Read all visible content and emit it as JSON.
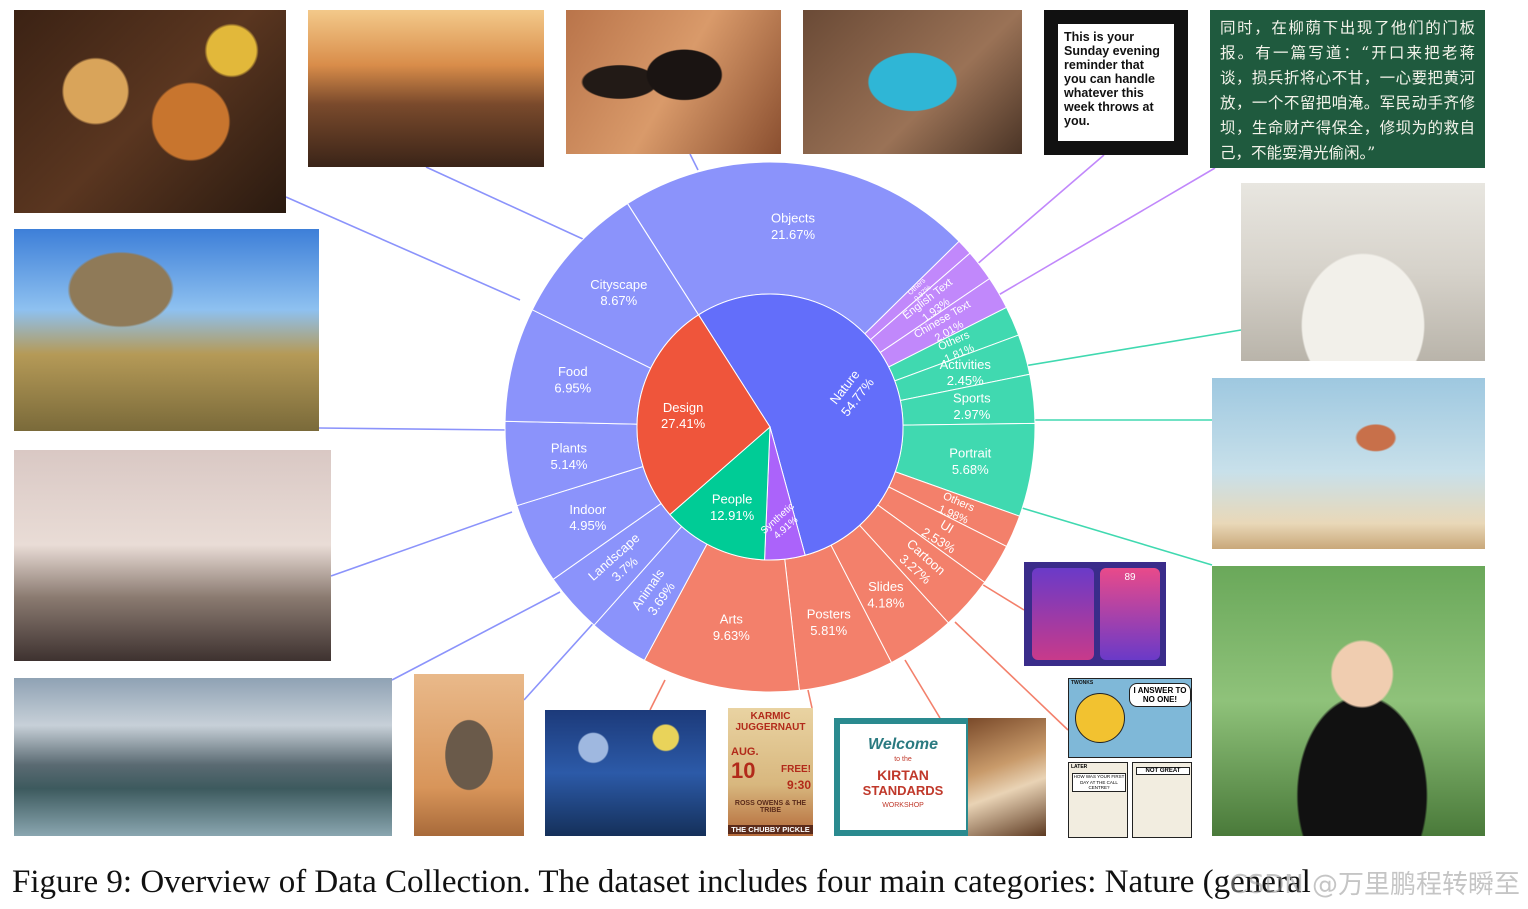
{
  "chart_data": {
    "type": "sunburst",
    "title": "",
    "inner": [
      {
        "label": "Nature",
        "value": 54.77,
        "color": "#636EFA"
      },
      {
        "label": "Synthetic",
        "value": 4.91,
        "color": "#AB63FA"
      },
      {
        "label": "People",
        "value": 12.91,
        "color": "#00CC96"
      },
      {
        "label": "Design",
        "value": 27.41,
        "color": "#EF553B"
      }
    ],
    "outer": [
      {
        "label": "Objects",
        "value": 21.67,
        "parent": "Nature"
      },
      {
        "label": "Others",
        "value": 0.97,
        "parent": "Synthetic"
      },
      {
        "label": "English Text",
        "value": 1.93,
        "parent": "Synthetic"
      },
      {
        "label": "Chinese Text",
        "value": 2.01,
        "parent": "Synthetic"
      },
      {
        "label": "Others",
        "value": 1.81,
        "parent": "People"
      },
      {
        "label": "Activities",
        "value": 2.45,
        "parent": "People"
      },
      {
        "label": "Sports",
        "value": 2.97,
        "parent": "People"
      },
      {
        "label": "Portrait",
        "value": 5.68,
        "parent": "People"
      },
      {
        "label": "Others",
        "value": 1.98,
        "parent": "Design"
      },
      {
        "label": "UI",
        "value": 2.53,
        "parent": "Design"
      },
      {
        "label": "Cartoon",
        "value": 3.27,
        "parent": "Design"
      },
      {
        "label": "Slides",
        "value": 4.18,
        "parent": "Design"
      },
      {
        "label": "Posters",
        "value": 5.81,
        "parent": "Design"
      },
      {
        "label": "Arts",
        "value": 9.63,
        "parent": "Design"
      },
      {
        "label": "Animals",
        "value": 3.69,
        "parent": "Nature"
      },
      {
        "label": "Landscape",
        "value": 3.7,
        "parent": "Nature"
      },
      {
        "label": "Indoor",
        "value": 4.95,
        "parent": "Nature"
      },
      {
        "label": "Plants",
        "value": 5.14,
        "parent": "Nature"
      },
      {
        "label": "Food",
        "value": 6.95,
        "parent": "Nature"
      },
      {
        "label": "Cityscape",
        "value": 8.67,
        "parent": "Nature"
      }
    ],
    "value_labels_inner": [
      "54.77%",
      "4.91%",
      "12.91%",
      "27.41%"
    ],
    "value_labels_outer": [
      "21.67%",
      "0.97%",
      "1.93%",
      "2.01%",
      "1.81%",
      "2.45%",
      "2.97%",
      "5.68%",
      "1.98%",
      "2.53%",
      "3.27%",
      "4.18%",
      "5.81%",
      "9.63%",
      "3.69%",
      "3.7%",
      "4.95%",
      "5.14%",
      "6.95%",
      "8.67%"
    ]
  },
  "thumbnails": {
    "sunday_note": "This is your Sunday evening reminder that you can handle whatever this week throws at you.",
    "chinese_board": "同时，在柳荫下出现了他们的门板报。有一篇写道：“开口来把老蒋谈，损兵折将心不甘，一心要把黄河放，一个不留把咱淹。军民动手齐修坝，生命财产得保全，修坝为的救自己，不能耍滑光偷闲。”",
    "ui_value": "89",
    "welcome_title": "Welcome",
    "welcome_to": "to the",
    "welcome_kirtan": "KIRTAN",
    "welcome_standards": "STANDARDS",
    "welcome_workshop": "WORKSHOP",
    "poster_title": "KARMIC JUGGERNAUT",
    "poster_month": "AUG.",
    "poster_day": "10",
    "poster_free": "FREE!",
    "poster_time": "9:30",
    "poster_band": "ROSS OWENS & THE TRIBE",
    "poster_venue": "THE CHUBBY PICKLE",
    "comic_label": "TWONKS",
    "comic_bubble1": "I ANSWER TO NO ONE!",
    "comic_later": "LATER",
    "comic_bubble2": "HOW WAS YOUR FIRST DAY AT THE CALL CENTRE?",
    "comic_bubble3": "NOT GREAT"
  },
  "caption": {
    "text": "Figure 9: Overview of Data Collection. The dataset includes four main categories: Nature (general",
    "watermark": "CSDN @万里鹏程转瞬至"
  }
}
